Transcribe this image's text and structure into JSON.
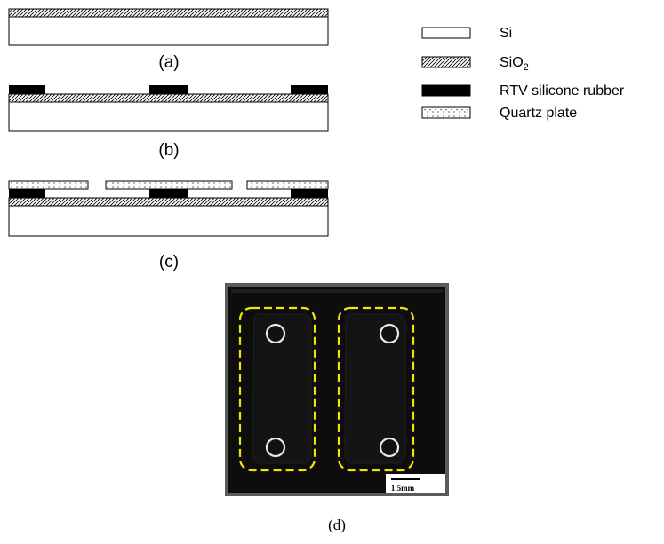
{
  "panels": {
    "a": {
      "caption": "(a)"
    },
    "b": {
      "caption": "(b)"
    },
    "c": {
      "caption": "(c)"
    },
    "d": {
      "caption": "(d)",
      "scale_bar_label": "1.5mm"
    }
  },
  "legend": {
    "items": [
      {
        "material": "si",
        "label": "Si"
      },
      {
        "material": "sio2",
        "label": "SiO",
        "subscript": "2"
      },
      {
        "material": "rtv",
        "label": "RTV silicone rubber"
      },
      {
        "material": "quartz",
        "label": "Quartz plate"
      }
    ]
  },
  "colors": {
    "outline": "#000000",
    "rtv_fill": "#000000",
    "photo_dark": "#0d0d0d",
    "dashed_outline": "#f2e600"
  }
}
